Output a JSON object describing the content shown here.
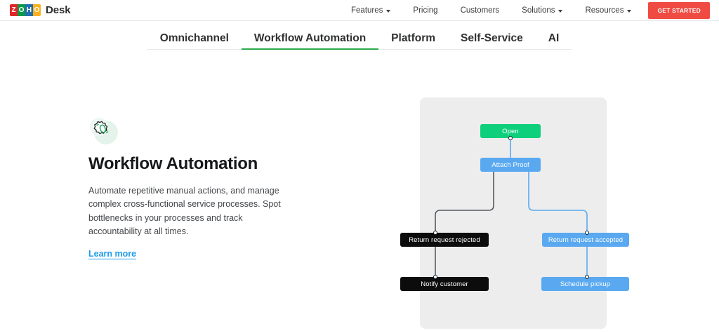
{
  "brand": {
    "logo_letters": [
      "Z",
      "O",
      "H",
      "O"
    ],
    "product": "Desk"
  },
  "topnav": {
    "items": [
      {
        "label": "Features",
        "has_caret": true
      },
      {
        "label": "Pricing",
        "has_caret": false
      },
      {
        "label": "Customers",
        "has_caret": false
      },
      {
        "label": "Solutions",
        "has_caret": true
      },
      {
        "label": "Resources",
        "has_caret": true
      }
    ],
    "cta_label": "GET STARTED",
    "cta_color": "#f04b42"
  },
  "tabs": {
    "items": [
      {
        "label": "Omnichannel",
        "active": false
      },
      {
        "label": "Workflow Automation",
        "active": true
      },
      {
        "label": "Platform",
        "active": false
      },
      {
        "label": "Self-Service",
        "active": false
      },
      {
        "label": "AI",
        "active": false
      }
    ],
    "active_underline_color": "#2eaa4d"
  },
  "feature": {
    "icon_name": "gear-cog-icon",
    "title": "Workflow Automation",
    "description": "Automate repetitive manual actions, and manage complex cross-functional service processes. Spot bottlenecks in your processes and track accountability at all times.",
    "link_label": "Learn more",
    "link_color": "#1a73e8"
  },
  "diagram": {
    "panel_color": "#ededee",
    "nodes": [
      {
        "id": "open",
        "label": "Open",
        "color": "#0ed07c"
      },
      {
        "id": "attach",
        "label": "Attach Proof",
        "color": "#5aa9f0"
      },
      {
        "id": "rejected",
        "label": "Return request rejected",
        "color": "#0c0c0c"
      },
      {
        "id": "notify",
        "label": "Notify customer",
        "color": "#0c0c0c"
      },
      {
        "id": "accepted",
        "label": "Return request accepted",
        "color": "#5aa9f0"
      },
      {
        "id": "pickup",
        "label": "Schedule pickup",
        "color": "#5aa9f0"
      }
    ],
    "edges": [
      {
        "from": "open",
        "to": "attach",
        "color": "#5aa9f0"
      },
      {
        "from": "attach",
        "to": "rejected",
        "color": "#555a5e"
      },
      {
        "from": "attach",
        "to": "accepted",
        "color": "#5aa9f0"
      },
      {
        "from": "rejected",
        "to": "notify",
        "color": "#555a5e"
      },
      {
        "from": "accepted",
        "to": "pickup",
        "color": "#5aa9f0"
      }
    ]
  }
}
